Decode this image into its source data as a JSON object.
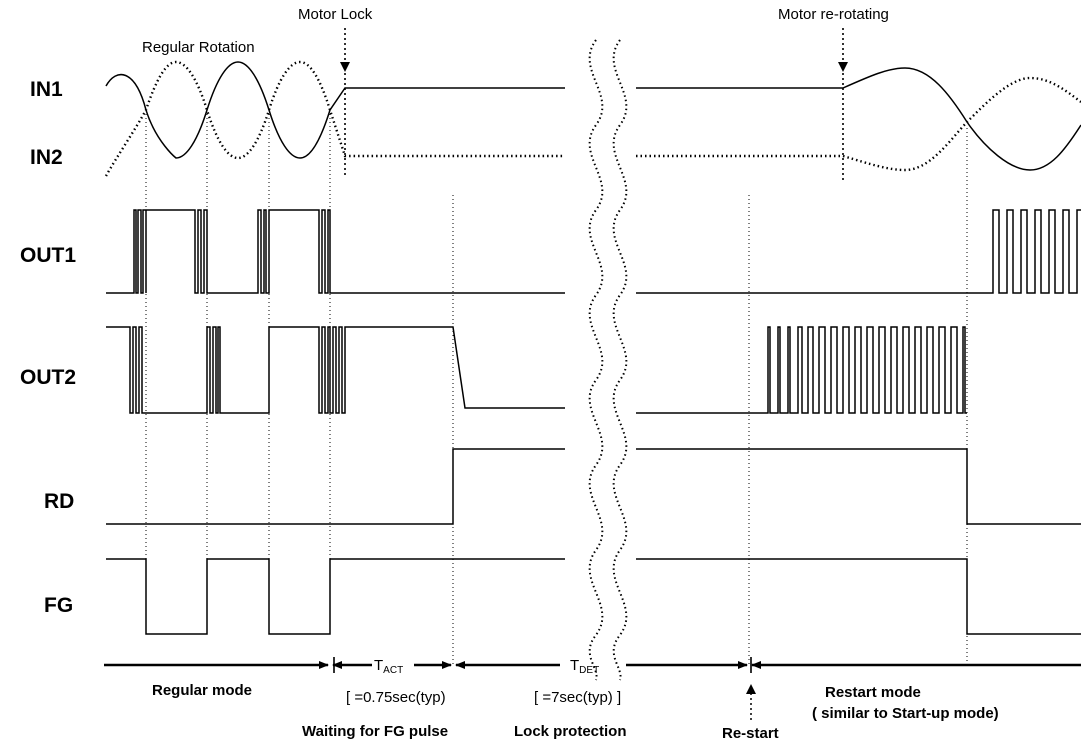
{
  "title": "",
  "signals": {
    "in1": "IN1",
    "in2": "IN2",
    "out1": "OUT1",
    "out2": "OUT2",
    "rd": "RD",
    "fg": "FG"
  },
  "events": {
    "regular_rotation": "Regular Rotation",
    "motor_lock": "Motor Lock",
    "motor_rerotating": "Motor re-rotating"
  },
  "timing": {
    "t_act": {
      "main": "T",
      "sub": "ACT"
    },
    "t_det": {
      "main": "T",
      "sub": "DET"
    },
    "t_act_value": "[ =0.75sec(typ)",
    "t_det_value": "[ =7sec(typ) ]"
  },
  "modes": {
    "regular": "Regular mode",
    "waiting": "Waiting for FG pulse",
    "lock_protection": "Lock protection",
    "restart_point": "Re-start",
    "restart_mode": "Restart mode",
    "restart_note": "( similar to Start-up mode)"
  }
}
